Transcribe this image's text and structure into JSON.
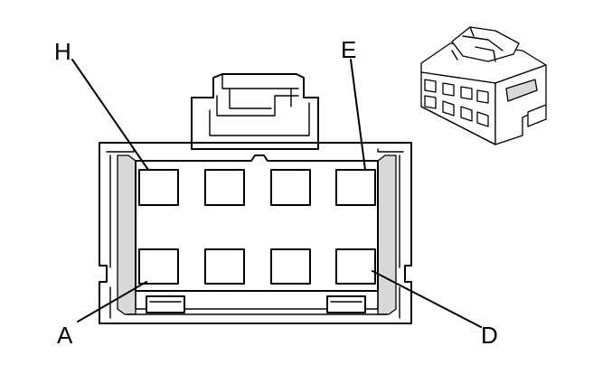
{
  "diagram": {
    "pin_labels": {
      "h": "H",
      "e": "E",
      "a": "A",
      "d": "D"
    },
    "cavity_count": 8,
    "colors": {
      "line": "#000000",
      "background": "#ffffff",
      "shade": "#d9d9d9"
    }
  }
}
